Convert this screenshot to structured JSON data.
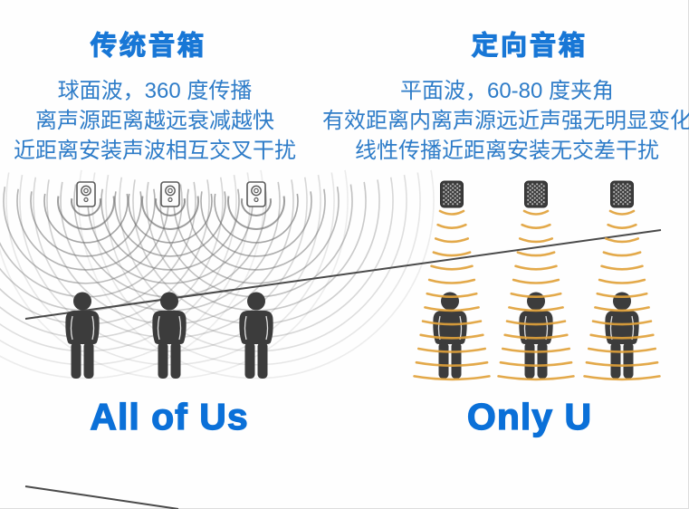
{
  "left_panel": {
    "title": "传统音箱",
    "lines": [
      "球面波，360 度传播",
      "离声源距离越远衰减越快",
      "近距离安装声波相互交叉干扰"
    ],
    "caption": "All of Us"
  },
  "right_panel": {
    "title": "定向音箱",
    "lines": [
      "平面波，60-80 度夹角",
      "有效距离内离声源远近声强无明显变化",
      "线性传播近距离安装无交差干扰"
    ],
    "caption": "Only U"
  },
  "icons": {
    "traditional_speaker": "traditional-speaker-icon",
    "directional_speaker": "directional-speaker-icon",
    "person": "person-silhouette",
    "spherical_waves": "spherical-wave-ripples",
    "plane_waves": "directional-beam-waves"
  },
  "colors": {
    "title_blue": "#1877d6",
    "body_blue": "#2e7cc8",
    "caption_blue": "#0b70d8",
    "ripple_gray": "#6e6e6e",
    "beam_orange": "#e1a23b",
    "silhouette_dark": "#3c3c3c",
    "line_dark": "#4a4a4a",
    "speaker_outline": "#5a5a5a",
    "speaker_dark": "#3b3b3b"
  }
}
